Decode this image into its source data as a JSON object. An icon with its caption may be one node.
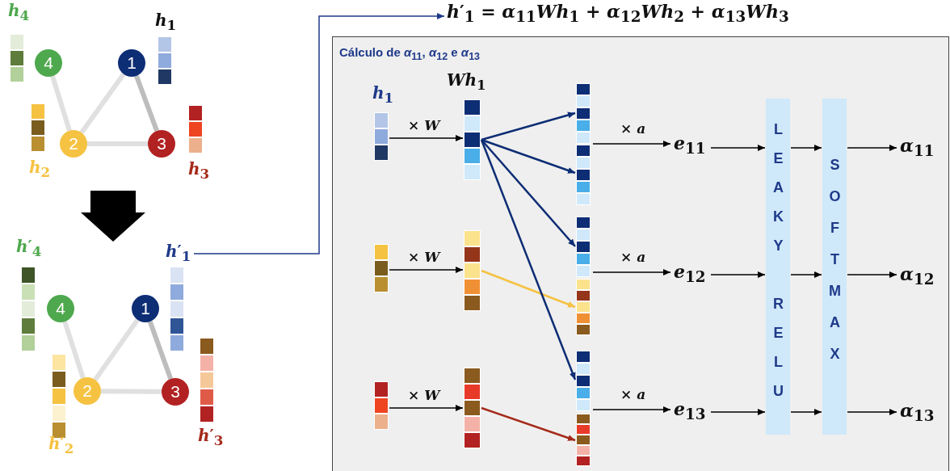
{
  "diagram": {
    "nodes": [
      {
        "text": [
          "4"
        ]
      },
      {
        "text": [
          "1"
        ]
      },
      {
        "text": [
          "2"
        ]
      },
      {
        "text": [
          "3"
        ]
      },
      {
        "text": [
          "4"
        ]
      },
      {
        "text": [
          "1"
        ]
      },
      {
        "text": [
          "2"
        ]
      },
      {
        "text": [
          "3"
        ]
      },
      {
        "text": [
          "*h*′$_{1}$"
        ]
      },
      {
        "text": [
          "*h*′$_{1}$ = *α*$_{11}$*Wh*$_{1}$ + *α*$_{12}$*Wh*$_{2}$ + *α*$_{13}$*Wh*$_{3}$"
        ]
      },
      {
        "text": [
          "Cálculo de *α*$_{11}$, *α*$_{12}$ e *α*$_{13}$"
        ]
      },
      {
        "text": [
          "*h*$_{1}$"
        ],
        "in": 10
      },
      {
        "text": [
          "*Wh*$_{1}$"
        ],
        "in": 10
      },
      {
        "text": [],
        "shape": "bar",
        "in": 10
      },
      {
        "text": [],
        "shape": "bar",
        "in": 10
      },
      {
        "text": [],
        "shape": "bar",
        "in": 10
      },
      {
        "text": [],
        "shape": "bar",
        "in": 10
      },
      {
        "text": [],
        "shape": "bar",
        "in": 10
      },
      {
        "text": [],
        "shape": "bar",
        "in": 17
      },
      {
        "text": [],
        "shape": "bar",
        "in": 17
      },
      {
        "text": [],
        "shape": "bar",
        "in": 10
      },
      {
        "text": [],
        "shape": "bar",
        "in": 20
      },
      {
        "text": [],
        "shape": "bar",
        "in": 20
      },
      {
        "text": [],
        "shape": "bar",
        "in": 10
      },
      {
        "text": [],
        "shape": "bar",
        "in": 23
      },
      {
        "text": [],
        "shape": "bar",
        "in": 23
      },
      {
        "text": [
          "*e*$_{11}$"
        ],
        "in": 10
      },
      {
        "text": [
          "*e*$_{12}$"
        ],
        "in": 10
      },
      {
        "text": [
          "*e*$_{13}$"
        ],
        "in": 10
      },
      {
        "text": [
          "LEAKY RELU"
        ],
        "in": 10
      },
      {
        "text": [
          "SOFTMAX"
        ],
        "in": 10
      },
      {
        "text": [
          "*α*$_{11}$"
        ],
        "in": 10
      },
      {
        "text": [
          "*α*$_{12}$"
        ],
        "in": 10
      },
      {
        "text": [
          "*α*$_{13}$"
        ],
        "in": 10
      },
      {
        "text": [],
        "shape": "bar",
        "beside": [
          "*h*$_{4}$"
        ]
      },
      {
        "text": [],
        "shape": "bar",
        "beside": [
          "*h*$_{1}$"
        ]
      },
      {
        "text": [],
        "shape": "bar",
        "beside": [
          "*h*$_{2}$"
        ]
      },
      {
        "text": [],
        "shape": "bar",
        "beside": [
          "*h*$_{3}$"
        ]
      },
      {
        "text": [],
        "shape": "bar",
        "beside": [
          "*h*′$_{4}$"
        ]
      },
      {
        "text": [],
        "shape": "bar"
      },
      {
        "text": [],
        "shape": "bar",
        "beside": [
          "*h*′$_{2}$"
        ]
      },
      {
        "text": [],
        "shape": "bar",
        "beside": [
          "*h*′$_{3}$"
        ]
      }
    ],
    "edges": [
      {
        "from": 0,
        "to": 2,
        "arrow": "none",
        "style": "thick",
        "color": "#e0e0e0"
      },
      {
        "from": 2,
        "to": 1,
        "arrow": "none",
        "style": "thick",
        "color": "#e0e0e0"
      },
      {
        "from": 1,
        "to": 3,
        "arrow": "none",
        "style": "thick",
        "color": "#bdbdbd"
      },
      {
        "from": 2,
        "to": 3,
        "arrow": "none",
        "style": "thick",
        "color": "#e0e0e0"
      },
      {
        "from": 4,
        "to": 6,
        "arrow": "none",
        "style": "thick",
        "color": "#e0e0e0"
      },
      {
        "from": 6,
        "to": 5,
        "arrow": "none",
        "style": "thick",
        "color": "#e0e0e0"
      },
      {
        "from": 5,
        "to": 7,
        "arrow": "none",
        "style": "thick",
        "color": "#bdbdbd"
      },
      {
        "from": 6,
        "to": 7,
        "arrow": "none",
        "style": "thick",
        "color": "#e0e0e0"
      },
      {
        "from": 8,
        "to": 9,
        "arrow": "to",
        "color": "#1f3a8a"
      },
      {
        "from": 11,
        "to": 12,
        "arrow": "to",
        "label": "× *W*"
      },
      {
        "from": 13,
        "to": 14,
        "arrow": "to",
        "label": "× *W*"
      },
      {
        "from": 15,
        "to": 16,
        "arrow": "to",
        "label": "× *W*"
      },
      {
        "from": 12,
        "to": 18,
        "arrow": "to",
        "color": "#0d2d74"
      },
      {
        "from": 12,
        "to": 19,
        "arrow": "to",
        "color": "#0d2d74"
      },
      {
        "from": 12,
        "to": 21,
        "arrow": "to",
        "color": "#0d2d74"
      },
      {
        "from": 14,
        "to": 22,
        "arrow": "to",
        "color": "#f5c242"
      },
      {
        "from": 12,
        "to": 24,
        "arrow": "to",
        "color": "#0d2d74"
      },
      {
        "from": 16,
        "to": 25,
        "arrow": "to",
        "color": "#a52a1a"
      },
      {
        "from": 17,
        "to": 26,
        "arrow": "to",
        "label": "× *a*"
      },
      {
        "from": 20,
        "to": 27,
        "arrow": "to",
        "label": "× *a*"
      },
      {
        "from": 23,
        "to": 28,
        "arrow": "to",
        "label": "× *a*"
      },
      {
        "from": 26,
        "to": 29,
        "arrow": "to"
      },
      {
        "from": 27,
        "to": 29,
        "arrow": "to"
      },
      {
        "from": 28,
        "to": 29,
        "arrow": "to"
      },
      {
        "from": 29,
        "to": 30,
        "arrow": "to"
      },
      {
        "from": 29,
        "to": 30,
        "arrow": "to"
      },
      {
        "from": 29,
        "to": 30,
        "arrow": "to"
      },
      {
        "from": 30,
        "to": 31,
        "arrow": "to"
      },
      {
        "from": 30,
        "to": 32,
        "arrow": "to"
      },
      {
        "from": 30,
        "to": 33,
        "arrow": "to"
      }
    ]
  }
}
